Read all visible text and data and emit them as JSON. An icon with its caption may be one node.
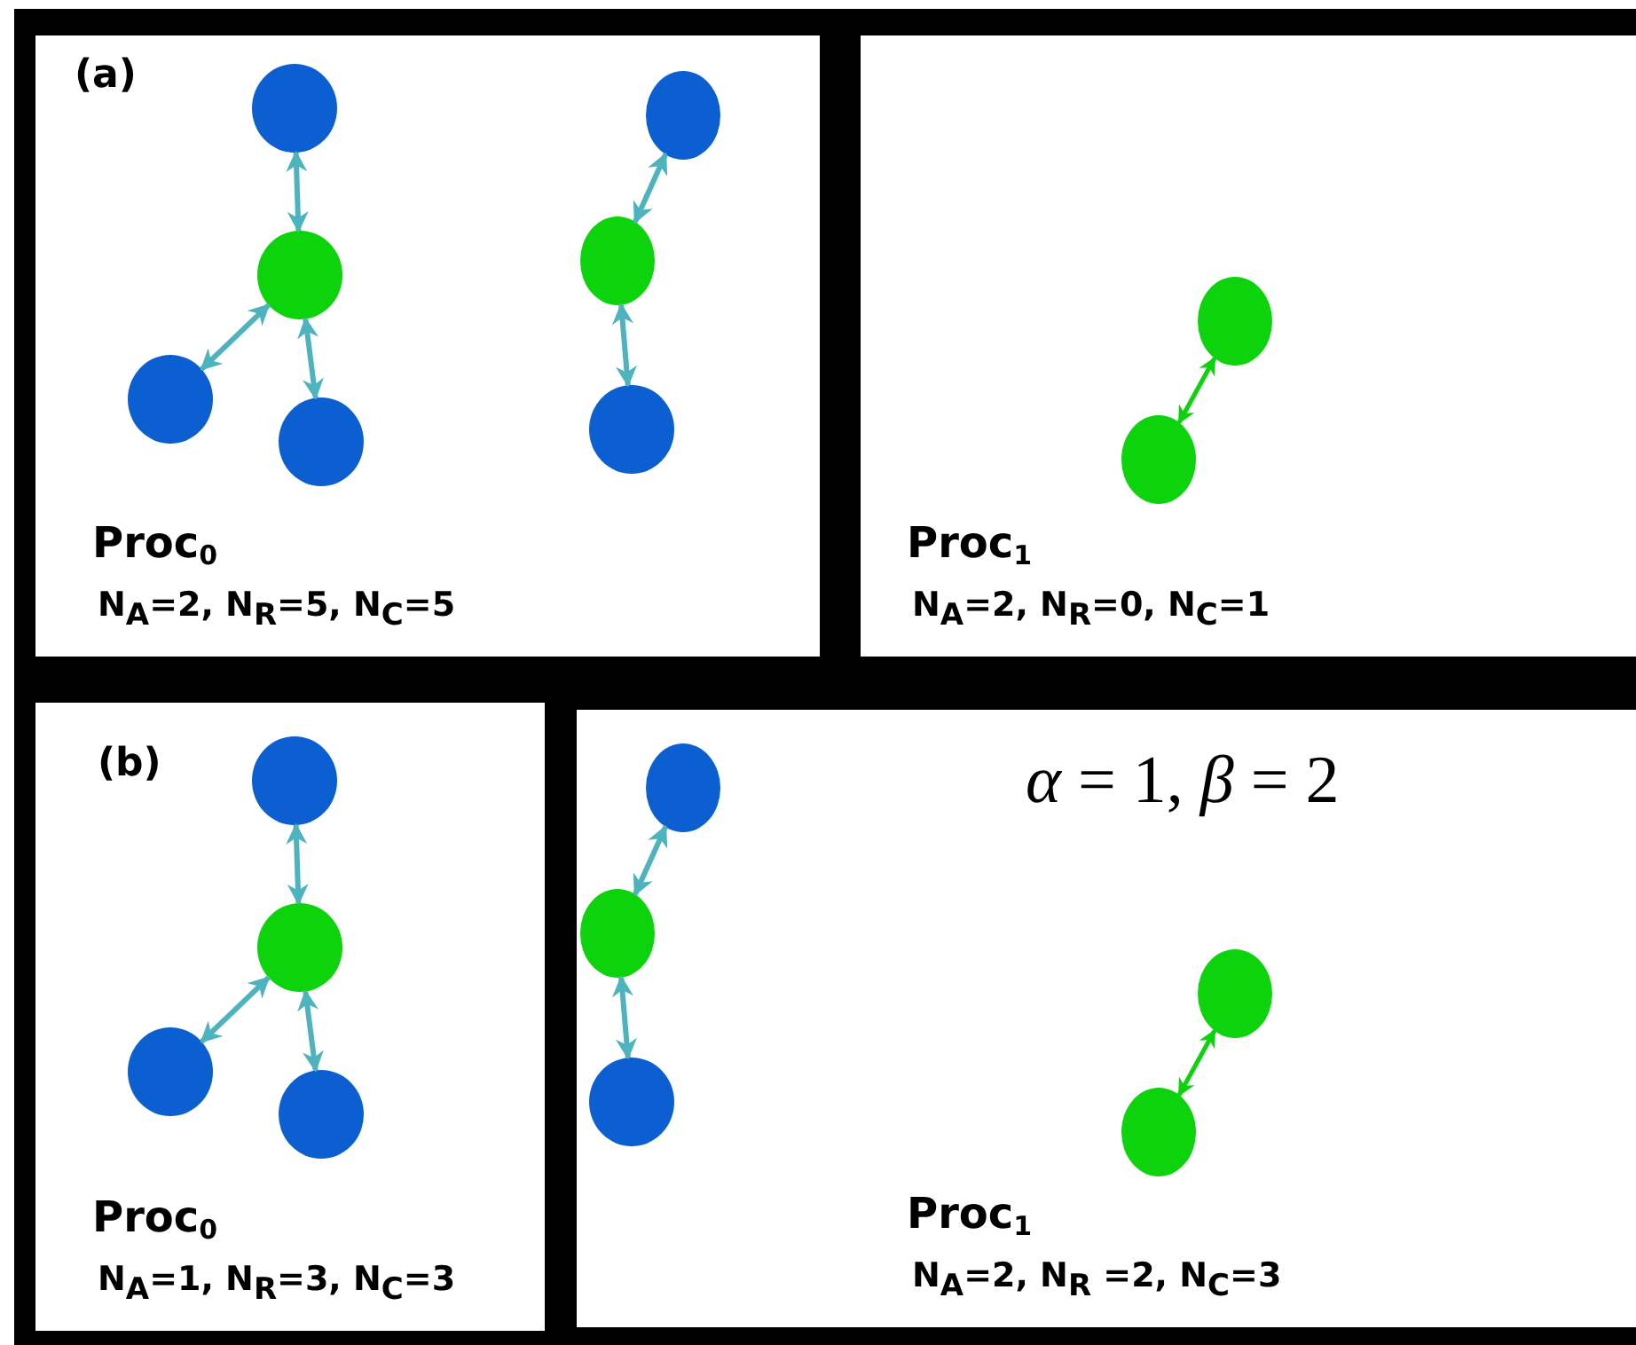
{
  "diagram": {
    "nodes": [
      {
        "text": [
          "Proc$_{0}$",
          "N$_{A}$=2, N$_{R}$=5, N$_{C}$=5"
        ]
      },
      {
        "text": [],
        "shape": "circle",
        "in": 0
      },
      {
        "text": [],
        "shape": "circle",
        "in": 0
      },
      {
        "text": [],
        "shape": "circle",
        "in": 0
      },
      {
        "text": [],
        "shape": "circle",
        "in": 0
      },
      {
        "text": [],
        "shape": "circle",
        "in": 0
      },
      {
        "text": [],
        "shape": "circle",
        "in": 0
      },
      {
        "text": [],
        "shape": "circle",
        "in": 0
      },
      {
        "text": [
          "Proc$_{1}$",
          "N$_{A}$=2, N$_{R}$=0, N$_{C}$=1"
        ]
      },
      {
        "text": [],
        "shape": "circle",
        "in": 8
      },
      {
        "text": [],
        "shape": "circle",
        "in": 8
      },
      {
        "text": [
          "Proc$_{0}$",
          "N$_{A}$=1, N$_{R}$=3, N$_{C}$=3"
        ]
      },
      {
        "text": [],
        "shape": "circle",
        "in": 11
      },
      {
        "text": [],
        "shape": "circle",
        "in": 11
      },
      {
        "text": [],
        "shape": "circle",
        "in": 11
      },
      {
        "text": [],
        "shape": "circle",
        "in": 11
      },
      {
        "text": [
          "Proc$_{1}$",
          "N$_{A}$=2, N$_{R}$ =2, N$_{C}$=3"
        ]
      },
      {
        "text": [],
        "shape": "circle",
        "in": 16
      },
      {
        "text": [],
        "shape": "circle",
        "in": 16
      },
      {
        "text": [],
        "shape": "circle",
        "in": 16
      },
      {
        "text": [],
        "shape": "circle",
        "in": 16
      },
      {
        "text": [],
        "shape": "circle",
        "in": 16
      }
    ],
    "edges": [
      {
        "from": 1,
        "to": 2,
        "arrow": "both"
      },
      {
        "from": 2,
        "to": 3,
        "arrow": "both"
      },
      {
        "from": 2,
        "to": 4,
        "arrow": "both"
      },
      {
        "from": 5,
        "to": 6,
        "arrow": "both"
      },
      {
        "from": 6,
        "to": 7,
        "arrow": "both"
      },
      {
        "from": 9,
        "to": 10,
        "arrow": "both",
        "color": "#0cd30c"
      },
      {
        "from": 12,
        "to": 13,
        "arrow": "both"
      },
      {
        "from": 13,
        "to": 14,
        "arrow": "both"
      },
      {
        "from": 13,
        "to": 15,
        "arrow": "both"
      },
      {
        "from": 17,
        "to": 18,
        "arrow": "both"
      },
      {
        "from": 18,
        "to": 19,
        "arrow": "both"
      },
      {
        "from": 20,
        "to": 21,
        "arrow": "both",
        "color": "#0cd30c"
      }
    ],
    "labels": [
      "(a)",
      "(b)",
      "*α* = 1, *β* = 2"
    ]
  }
}
